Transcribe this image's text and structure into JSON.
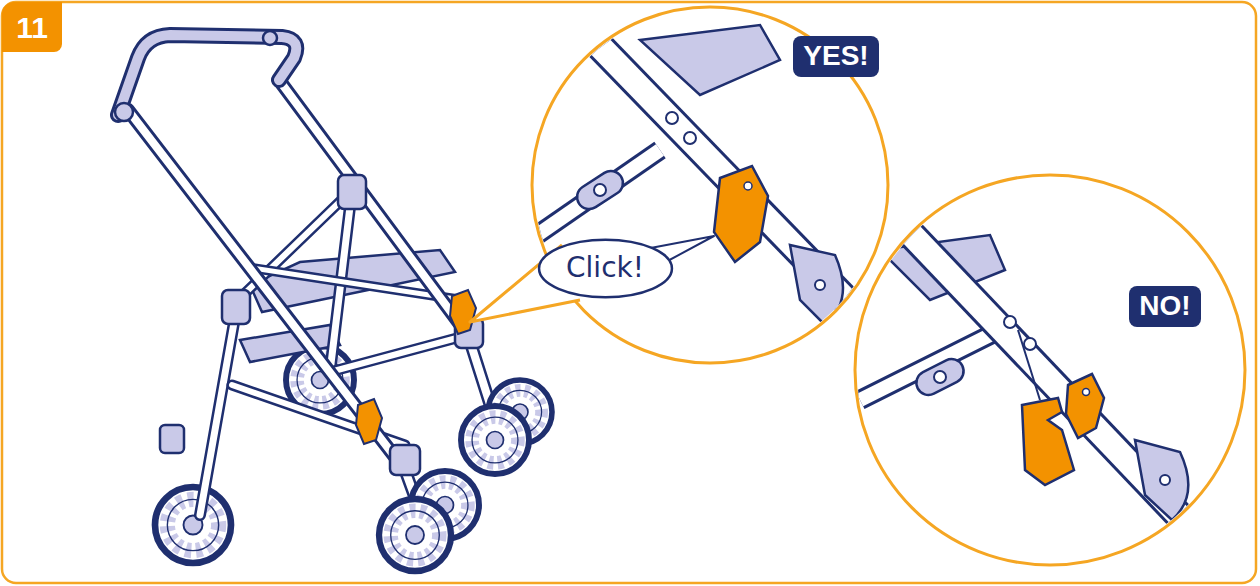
{
  "diagram": {
    "nodes": [
      {
        "text": [
          "11"
        ]
      },
      {
        "text": [
          "YES!"
        ]
      },
      {
        "text": [
          "Click!"
        ]
      },
      {
        "text": [
          "NO!"
        ]
      }
    ]
  }
}
